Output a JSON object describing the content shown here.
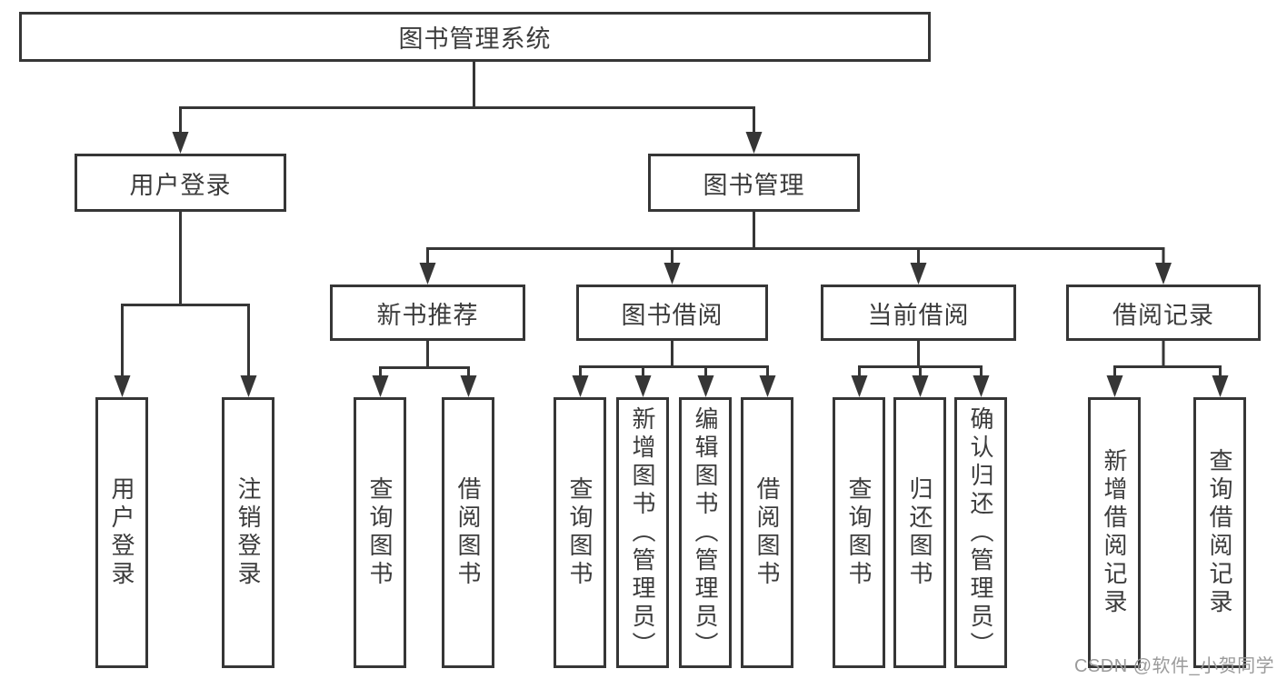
{
  "colors": {
    "line": "#363636",
    "text": "#3c3c3c",
    "watermark": "#9b9b9b",
    "bg": "#ffffff"
  },
  "nodes": {
    "root": "图书管理系统",
    "user_login": "用户登录",
    "book_management": "图书管理",
    "new_book_recommend": "新书推荐",
    "book_borrow": "图书借阅",
    "current_borrow": "当前借阅",
    "borrow_record": "借阅记录",
    "leaves": {
      "user_login": [
        "用户登录",
        "注销登录"
      ],
      "new_book_recommend": [
        "查询图书",
        "借阅图书"
      ],
      "book_borrow": [
        "查询图书",
        "新增图书（管理员）",
        "编辑图书（管理员）",
        "借阅图书"
      ],
      "current_borrow": [
        "查询图书",
        "归还图书",
        "确认归还（管理员）"
      ],
      "borrow_record": [
        "新增借阅记录",
        "查询借阅记录"
      ]
    }
  },
  "watermark": {
    "text": "CSDN @软件_小贺同学"
  }
}
